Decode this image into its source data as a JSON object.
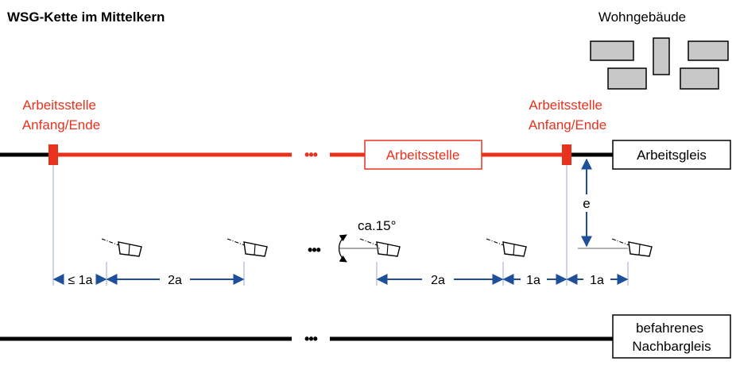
{
  "title": "WSG-Kette im Mittelkern",
  "buildings_label": "Wohngebäude",
  "worksite_start": {
    "line1": "Arbeitsstelle",
    "line2": "Anfang/Ende"
  },
  "worksite_end": {
    "line1": "Arbeitsstelle",
    "line2": "Anfang/Ende"
  },
  "worksite_box": "Arbeitsstelle",
  "work_track_label": "Arbeitsgleis",
  "neighbor_track": {
    "line1": "befahrenes",
    "line2": "Nachbargleis"
  },
  "ellipsis": "•••",
  "distance_e": "e",
  "angle_label": "ca.15°",
  "dimensions": {
    "d1": "≤ 1a",
    "d2": "2a",
    "d3": "2a",
    "d4": "1a",
    "d5": "1a"
  },
  "colors": {
    "worksite": "#e8321e",
    "track": "#000000",
    "dimension": "#1f4e9a",
    "building": "#c8c8c8",
    "guide": "#9aa8d8"
  },
  "icons": {
    "horn": "warning-horn-icon",
    "building": "building-icon"
  }
}
